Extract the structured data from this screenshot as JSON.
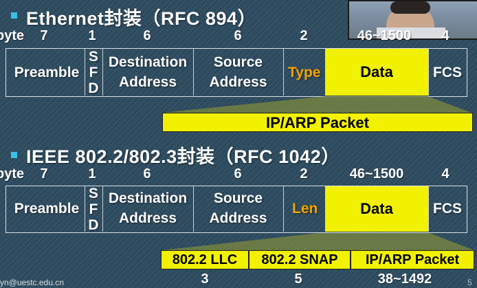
{
  "ethernet": {
    "title": "Ethernet封装（RFC 894）",
    "byte_label": "byte",
    "sizes": [
      "7",
      "1",
      "6",
      "6",
      "2",
      "46~1500",
      "4"
    ],
    "fields": {
      "preamble": "Preamble",
      "sfd": [
        "S",
        "F",
        "D"
      ],
      "dest": [
        "Destination",
        "Address"
      ],
      "src": [
        "Source",
        "Address"
      ],
      "type": "Type",
      "data": "Data",
      "fcs": "FCS"
    },
    "packet_label": "IP/ARP Packet"
  },
  "ieee": {
    "title": "IEEE 802.2/802.3封装（RFC 1042）",
    "byte_label": "byte",
    "sizes": [
      "7",
      "1",
      "6",
      "6",
      "2",
      "46~1500",
      "4"
    ],
    "fields": {
      "preamble": "Preamble",
      "sfd": [
        "S",
        "F",
        "D"
      ],
      "dest": [
        "Destination",
        "Address"
      ],
      "src": [
        "Source",
        "Address"
      ],
      "len": "Len",
      "data": "Data",
      "fcs": "FCS"
    },
    "payload": [
      {
        "label": "802.2 LLC",
        "size": "3"
      },
      {
        "label": "802.2 SNAP",
        "size": "5"
      },
      {
        "label": "IP/ARP Packet",
        "size": "38~1492"
      }
    ]
  },
  "footer": {
    "email": "yn@uestc.edu.cn",
    "page_number": "5"
  },
  "colors": {
    "background": "#2c4a5e",
    "bullet": "#39c0e6",
    "highlight": "#f2f200",
    "accent": "#f2a400"
  }
}
